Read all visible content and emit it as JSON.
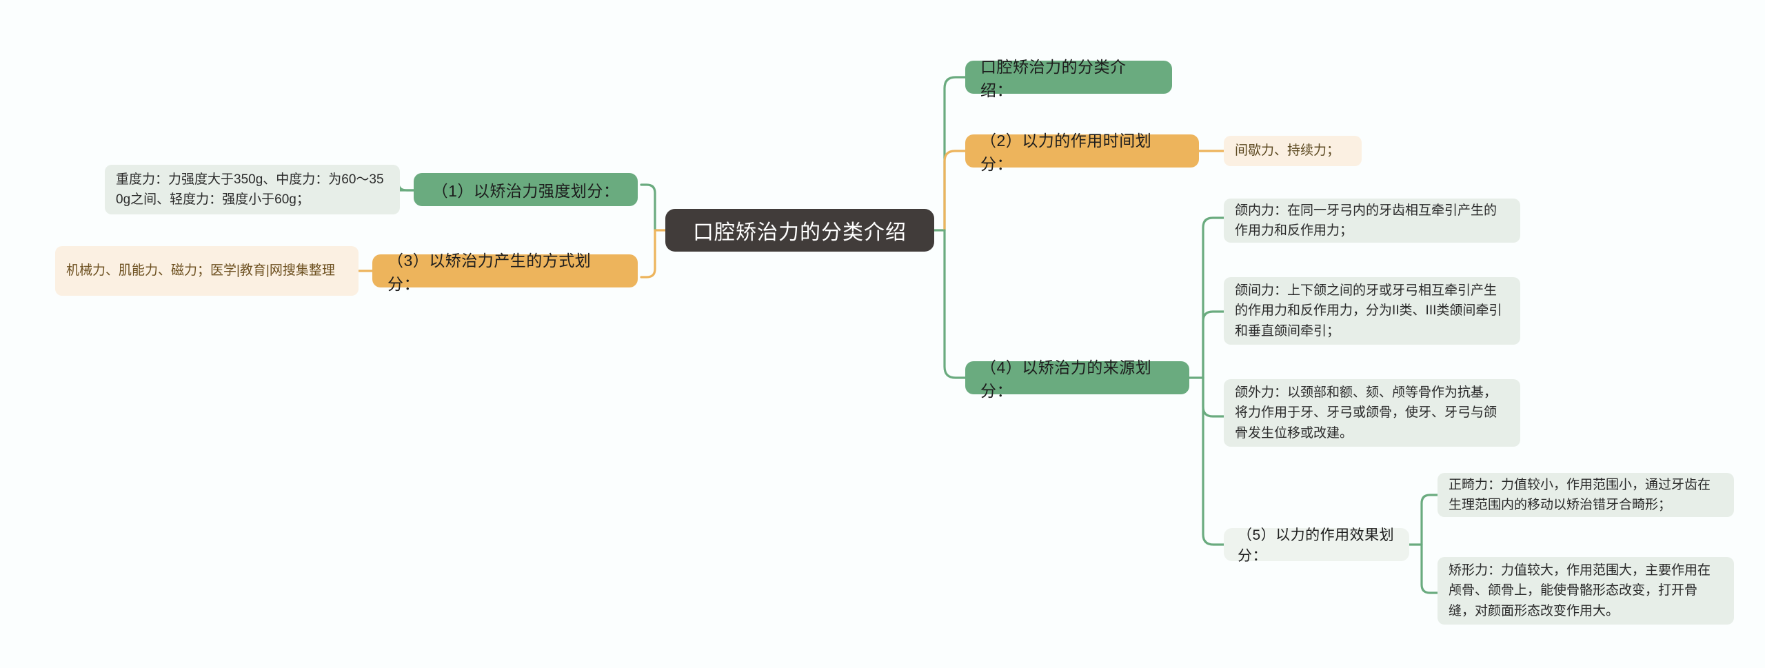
{
  "diagram": {
    "type": "mindmap",
    "title": "口腔矫治力的分类介绍",
    "colors": {
      "root_bg": "#413c3a",
      "root_text": "#ffffff",
      "green_node": "#6aab7f",
      "orange_node": "#edb45c",
      "pale_green_node": "#eef3ee",
      "green_leaf": "#e7eee8",
      "orange_leaf": "#fbf0e2",
      "green_connector": "#6aab7f",
      "orange_connector": "#edb45c",
      "canvas_bg": "#fbfefe"
    }
  },
  "root": {
    "label": "口腔矫治力的分类介绍"
  },
  "left_branches": [
    {
      "id": "b1",
      "label": "（1）以矫治力强度划分：",
      "color": "green",
      "leaves": [
        {
          "id": "b1l1",
          "text": "重度力：力强度大于350g、中度力：为60～350g之间、轻度力：强度小于60g；",
          "color": "green"
        }
      ]
    },
    {
      "id": "b3",
      "label": "（3）以矫治力产生的方式划分：",
      "color": "orange",
      "leaves": [
        {
          "id": "b3l1",
          "text": "机械力、肌能力、磁力；医学|教育|网搜集整理",
          "color": "orange"
        }
      ]
    }
  ],
  "right_branches": [
    {
      "id": "r0",
      "label": "口腔矫治力的分类介绍：",
      "color": "green",
      "leaves": []
    },
    {
      "id": "r2",
      "label": "（2）以力的作用时间划分：",
      "color": "orange",
      "leaves": [
        {
          "id": "r2l1",
          "text": "间歇力、持续力；",
          "color": "orange"
        }
      ]
    },
    {
      "id": "r4",
      "label": "（4）以矫治力的来源划分：",
      "color": "green",
      "leaves": [
        {
          "id": "r4l1",
          "text": "颌内力：在同一牙弓内的牙齿相互牵引产生的作用力和反作用力；",
          "color": "green"
        },
        {
          "id": "r4l2",
          "text": "颌间力：上下颌之间的牙或牙弓相互牵引产生的作用力和反作用力，分为II类、III类颌间牵引和垂直颌间牵引；",
          "color": "green"
        },
        {
          "id": "r4l3",
          "text": "颌外力：以颈部和额、颏、颅等骨作为抗基，将力作用于牙、牙弓或颌骨，使牙、牙弓与颌骨发生位移或改建。",
          "color": "green"
        }
      ],
      "sub_branch": {
        "id": "r5",
        "label": "（5）以力的作用效果划分：",
        "color": "palegreen",
        "leaves": [
          {
            "id": "r5l1",
            "text": "正畸力：力值较小，作用范围小，通过牙齿在生理范围内的移动以矫治错牙合畸形；",
            "color": "green"
          },
          {
            "id": "r5l2",
            "text": "矫形力：力值较大，作用范围大，主要作用在颅骨、颌骨上，能使骨骼形态改变，打开骨缝，对颜面形态改变作用大。",
            "color": "green"
          }
        ]
      }
    }
  ]
}
